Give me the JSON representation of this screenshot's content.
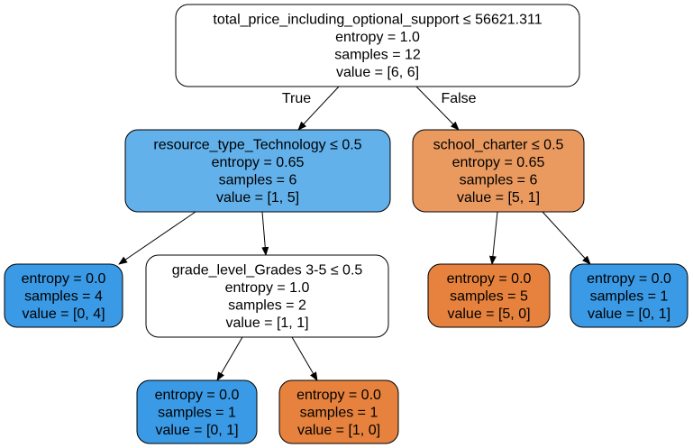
{
  "colors": {
    "white": "#ffffff",
    "light_blue": "#62b1eb",
    "light_orange": "#eb9a5f",
    "blue": "#3a9ae5",
    "orange": "#e6823d",
    "stroke": "#000000"
  },
  "nodes": {
    "root": {
      "lines": [
        "total_price_including_optional_support ≤ 56621.311",
        "entropy = 1.0",
        "samples = 12",
        "value = [6, 6]"
      ],
      "fill": "white"
    },
    "left": {
      "lines": [
        "resource_type_Technology ≤ 0.5",
        "entropy = 0.65",
        "samples = 6",
        "value = [1, 5]"
      ],
      "fill": "light_blue"
    },
    "right": {
      "lines": [
        "school_charter ≤ 0.5",
        "entropy = 0.65",
        "samples = 6",
        "value = [5, 1]"
      ],
      "fill": "light_orange"
    },
    "left_left": {
      "lines": [
        "entropy = 0.0",
        "samples = 4",
        "value = [0, 4]"
      ],
      "fill": "blue"
    },
    "left_right": {
      "lines": [
        "grade_level_Grades 3-5 ≤ 0.5",
        "entropy = 1.0",
        "samples = 2",
        "value = [1, 1]"
      ],
      "fill": "white"
    },
    "right_left": {
      "lines": [
        "entropy = 0.0",
        "samples = 5",
        "value = [5, 0]"
      ],
      "fill": "orange"
    },
    "right_right": {
      "lines": [
        "entropy = 0.0",
        "samples = 1",
        "value = [0, 1]"
      ],
      "fill": "blue"
    },
    "lr_left": {
      "lines": [
        "entropy = 0.0",
        "samples = 1",
        "value = [0, 1]"
      ],
      "fill": "blue"
    },
    "lr_right": {
      "lines": [
        "entropy = 0.0",
        "samples = 1",
        "value = [1, 0]"
      ],
      "fill": "orange"
    }
  },
  "edges": [
    {
      "from": "root",
      "to": "left",
      "label": "True"
    },
    {
      "from": "root",
      "to": "right",
      "label": "False"
    },
    {
      "from": "left",
      "to": "left_left",
      "label": ""
    },
    {
      "from": "left",
      "to": "left_right",
      "label": ""
    },
    {
      "from": "right",
      "to": "right_left",
      "label": ""
    },
    {
      "from": "right",
      "to": "right_right",
      "label": ""
    },
    {
      "from": "left_right",
      "to": "lr_left",
      "label": ""
    },
    {
      "from": "left_right",
      "to": "lr_right",
      "label": ""
    }
  ]
}
